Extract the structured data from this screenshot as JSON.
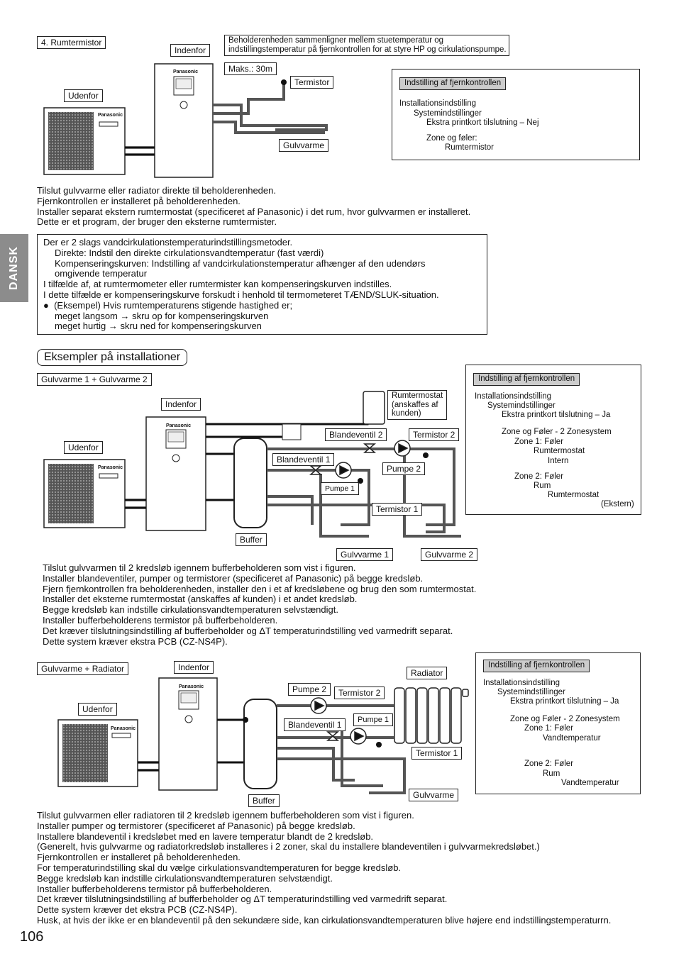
{
  "side_tab": "DANSK",
  "page_number": "106",
  "section1": {
    "title": "4. Rumtermistor",
    "labels": {
      "indenfor": "Indenfor",
      "udenfor": "Udenfor",
      "maks": "Maks.: 30m",
      "termistor": "Termistor",
      "gulvvarme": "Gulvvarme",
      "brand": "Panasonic"
    },
    "note": [
      "Beholderenheden sammenligner mellem stuetemperatur og",
      "indstillingstemperatur på fjernkontrollen for at styre HP og cirkulationspumpe."
    ],
    "settings": {
      "header": "Indstilling af fjernkontrollen",
      "lines": [
        "Installationsindstilling",
        "Systemindstillinger",
        "Ekstra printkort tilslutning – Nej",
        "Zone og føler:",
        "Rumtermistor"
      ]
    },
    "text": [
      "Tilslut gulvvarme eller radiator direkte til beholderenheden.",
      "Fjernkontrollen er installeret på beholderenheden.",
      "Installer separat ekstern rumtermostat (specificeret af Panasonic) i det rum, hvor gulvvarmen er installeret.",
      "Dette er et program, der bruger den eksterne rumtermister."
    ]
  },
  "infobox": {
    "lines": [
      "Der er 2 slags vandcirkulationstemperaturindstillingsmetoder.",
      "Direkte: Indstil den direkte cirkulationsvandtemperatur (fast værdi)",
      "Kompenseringskurven: Indstilling af vandcirkulationstemperatur afhænger af den udendørs",
      "omgivende temperatur",
      "I tilfælde af, at rumtermometer eller rumtermister kan kompenseringskurven indstilles.",
      "I dette tilfælde er kompenseringskurve forskudt i henhold til termometeret TÆND/SLUK-situation.",
      "(Eksempel) Hvis rumtemperaturens stigende hastighed er;",
      "meget langsom → skru op for kompenseringskurven",
      "meget hurtig → skru ned for kompenseringskurven"
    ]
  },
  "examples_title": "Eksempler på installationer",
  "section2": {
    "title": "Gulvvarme 1 + Gulvvarme 2",
    "labels": {
      "indenfor": "Indenfor",
      "udenfor": "Udenfor",
      "rumtermostat": [
        "Rumtermostat",
        "(anskaffes af",
        "kunden)"
      ],
      "blandeventil2": "Blandeventil 2",
      "termistor2": "Termistor 2",
      "blandeventil1": "Blandeventil 1",
      "pumpe2": "Pumpe 2",
      "pumpe1": "Pumpe 1",
      "termistor1": "Termistor 1",
      "buffer": "Buffer",
      "gulvvarme1": "Gulvvarme 1",
      "gulvvarme2": "Gulvvarme 2",
      "brand": "Panasonic"
    },
    "settings": {
      "header": "Indstilling af fjernkontrollen",
      "lines": [
        "Installationsindstilling",
        "Systemindstillinger",
        "Ekstra printkort tilslutning – Ja",
        "Zone og Føler - 2 Zonesystem",
        "Zone 1: Føler",
        "Rumtermostat",
        "Intern",
        "Zone 2: Føler",
        "Rum",
        "Rumtermostat",
        "(Ekstern)"
      ]
    },
    "text": [
      "Tilslut gulvvarmen til 2 kredsløb igennem bufferbeholderen som vist i figuren.",
      "Installer blandeventiler, pumper og termistorer (specificeret af Panasonic) på begge kredsløb.",
      "Fjern fjernkontrollen fra beholderenheden, installer den i et af kredsløbene og brug den som rumtermostat.",
      "Installer det eksterne rumtermostat (anskaffes af kunden) i et andet kredsløb.",
      "Begge kredsløb kan indstille cirkulationsvandtemperaturen selvstændigt.",
      "Installer bufferbeholderens termistor på bufferbeholderen.",
      "Det kræver tilslutningsindstilling af bufferbeholder og ΔT temperaturindstilling ved varmedrift separat.",
      "Dette system kræver ekstra PCB (CZ-NS4P)."
    ]
  },
  "section3": {
    "title": "Gulvvarme + Radiator",
    "labels": {
      "indenfor": "Indenfor",
      "udenfor": "Udenfor",
      "radiator": "Radiator",
      "pumpe2": "Pumpe 2",
      "termistor2": "Termistor 2",
      "blandeventil1": "Blandeventil 1",
      "pumpe1": "Pumpe 1",
      "termistor1": "Termistor 1",
      "buffer": "Buffer",
      "gulvvarme": "Gulvvarme",
      "brand": "Panasonic"
    },
    "settings": {
      "header": "Indstilling af fjernkontrollen",
      "lines": [
        "Installationsindstilling",
        "Systemindstillinger",
        "Ekstra printkort tilslutning – Ja",
        "Zone og Føler - 2 Zonesystem",
        "Zone 1: Føler",
        "Vandtemperatur",
        "Zone 2: Føler",
        "Rum",
        "Vandtemperatur"
      ]
    },
    "text": [
      "Tilslut gulvvarmen eller radiatoren til 2 kredsløb igennem bufferbeholderen som vist i figuren.",
      "Installer pumper og termistorer (specificeret af Panasonic) på begge kredsløb.",
      "Installere blandeventil i kredsløbet med en lavere temperatur blandt de 2 kredsløb.",
      "(Generelt, hvis gulvvarme og radiatorkredsløb installeres i 2 zoner, skal du installere blandeventilen i gulvvarmekredsløbet.)",
      "Fjernkontrollen er installeret på beholderenheden.",
      "For temperaturindstilling skal du vælge cirkulationsvandtemperaturen for begge kredsløb.",
      "Begge kredsløb kan indstille cirkulationsvandtemperaturen selvstændigt.",
      "Installer bufferbeholderens termistor på bufferbeholderen.",
      "Det kræver tilslutningsindstilling af bufferbeholder og ΔT temperaturindstilling ved varmedrift separat.",
      "Dette system kræver det ekstra PCB (CZ-NS4P).",
      "Husk, at hvis der ikke er en blandeventil på den sekundære side, kan cirkulationsvandtemperaturen blive højere end indstillingstemperaturrn."
    ]
  }
}
